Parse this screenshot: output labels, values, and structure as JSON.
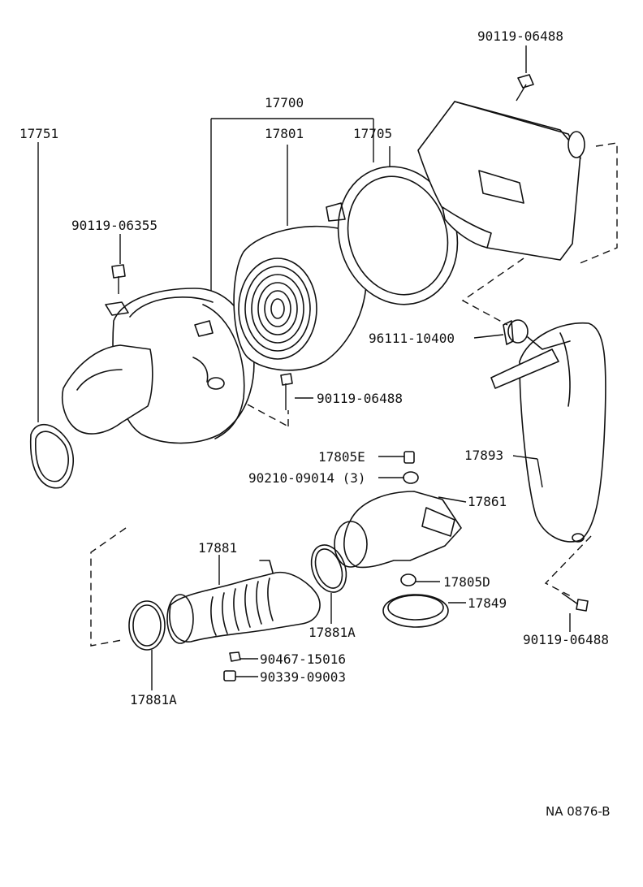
{
  "figure_code": "NA 0876-B",
  "callouts": [
    {
      "id": "assembly",
      "text": "17700"
    },
    {
      "id": "element",
      "text": "17801"
    },
    {
      "id": "cap",
      "text": "17705"
    },
    {
      "id": "gasket",
      "text": "17751"
    },
    {
      "id": "bolt-top",
      "text": "90119-06488"
    },
    {
      "id": "bolt-left",
      "text": "90119-06355"
    },
    {
      "id": "clip",
      "text": "96111-10400"
    },
    {
      "id": "bolt-mid",
      "text": "90119-06488"
    },
    {
      "id": "resonator",
      "text": "17893"
    },
    {
      "id": "plug-e",
      "text": "17805E"
    },
    {
      "id": "plug-909",
      "text": "90210-09014 (3)"
    },
    {
      "id": "intake-pipe",
      "text": "17861"
    },
    {
      "id": "hose",
      "text": "17881"
    },
    {
      "id": "plug-d",
      "text": "17805D"
    },
    {
      "id": "ring",
      "text": "17849"
    },
    {
      "id": "clamp-right",
      "text": "17881A"
    },
    {
      "id": "bolt-right",
      "text": "90119-06488"
    },
    {
      "id": "hose-clamp-small",
      "text": "90467-15016"
    },
    {
      "id": "plug-small",
      "text": "90339-09003"
    },
    {
      "id": "clamp-left",
      "text": "17881A"
    }
  ]
}
